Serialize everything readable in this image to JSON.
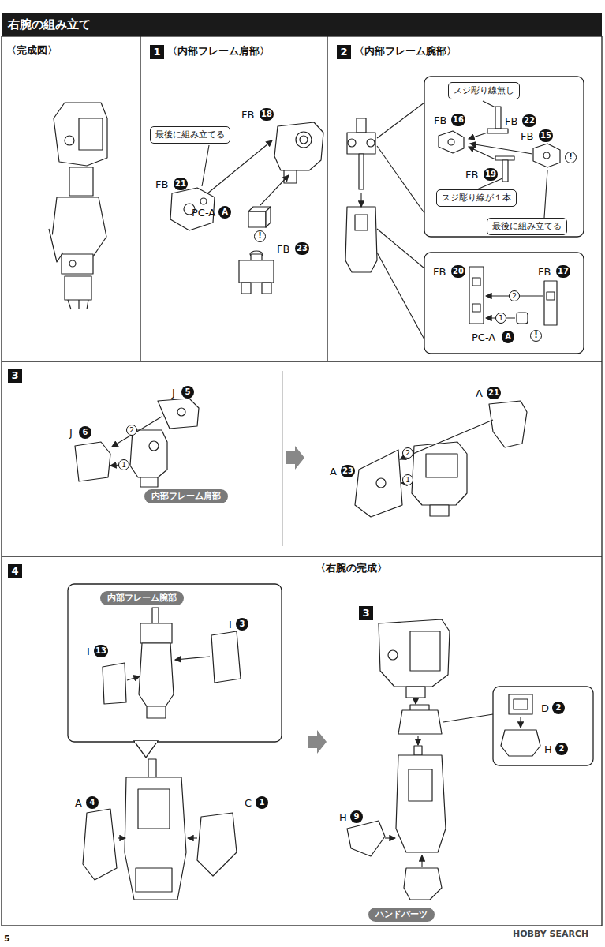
{
  "diagram": {
    "title": "右腕の組み立て",
    "nodes": [
      {
        "text": [
          "1"
        ]
      },
      {
        "text": [
          "最後に組み立てる"
        ]
      },
      {
        "text": [
          "2"
        ]
      },
      {
        "text": [
          "スジ彫り線無し"
        ]
      },
      {
        "text": [
          "スジ彫り線が１本"
        ]
      },
      {
        "text": [
          "最後に組み立てる"
        ]
      },
      {
        "text": [
          "3"
        ]
      },
      {
        "text": [
          "内部フレーム肩部"
        ]
      },
      {
        "text": [
          "4"
        ]
      },
      {
        "text": [
          "内部フレーム腕部"
        ]
      },
      {
        "text": [
          "3"
        ]
      },
      {
        "text": [
          "ハンドパーツ"
        ]
      }
    ],
    "labels": [
      "〈完成図〉",
      "〈内部フレーム肩部〉",
      "〈内部フレーム腕部〉",
      "FB",
      "18",
      "FB",
      "21",
      "PC-A",
      "A",
      "!",
      "FB",
      "23",
      "FB",
      "22",
      "FB",
      "16",
      "FB",
      "15",
      "!",
      "FB",
      "19",
      "FB",
      "20",
      "2",
      "FB",
      "17",
      "1",
      "PC-A",
      "A",
      "!",
      "J",
      "5",
      "2",
      "J",
      "6",
      "1",
      "A",
      "21",
      "2",
      "A",
      "23",
      "1",
      "I",
      "3",
      "I",
      "13",
      "A",
      "4",
      "C",
      "1",
      "〈右腕の完成〉",
      "D",
      "2",
      "H",
      "2",
      "H",
      "9",
      "5",
      "HOBBY SEARCH"
    ]
  }
}
